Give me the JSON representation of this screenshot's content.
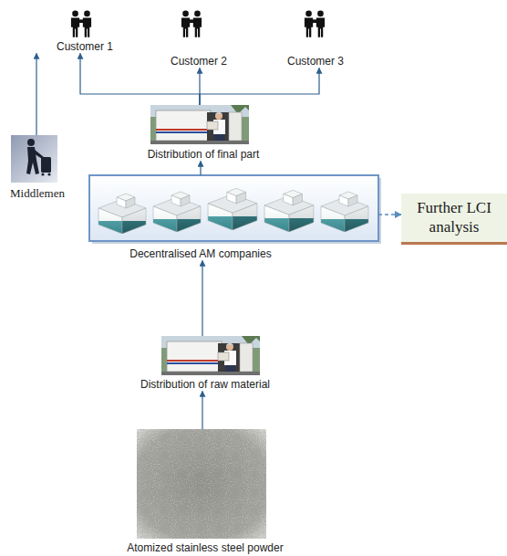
{
  "diagram": {
    "nodes": [
      {
        "text": [
          "Customer 1"
        ]
      },
      {
        "text": [
          "Customer 2"
        ]
      },
      {
        "text": [
          "Customer 3"
        ]
      },
      {
        "text": [
          "Middlemen"
        ]
      },
      {
        "text": [
          "Distribution of final part"
        ]
      },
      {
        "text": [
          "Decentralised AM companies"
        ]
      },
      {
        "text": [
          "Further LCI analysis"
        ]
      },
      {
        "text": [
          "Distribution of raw material"
        ]
      },
      {
        "text": [
          "Atomized stainless steel powder"
        ]
      }
    ],
    "edges": [
      {
        "from": 8,
        "to": 7,
        "arrow": "to"
      },
      {
        "from": 7,
        "to": 5,
        "arrow": "to"
      },
      {
        "from": 5,
        "to": 4,
        "arrow": "to"
      },
      {
        "from": 4,
        "to": 0,
        "arrow": "to"
      },
      {
        "from": 4,
        "to": 1,
        "arrow": "to"
      },
      {
        "from": 4,
        "to": 2,
        "arrow": "to"
      },
      {
        "from": 3,
        "to": 0,
        "arrow": "to"
      },
      {
        "from": 5,
        "to": 6,
        "arrow": "to"
      }
    ]
  }
}
